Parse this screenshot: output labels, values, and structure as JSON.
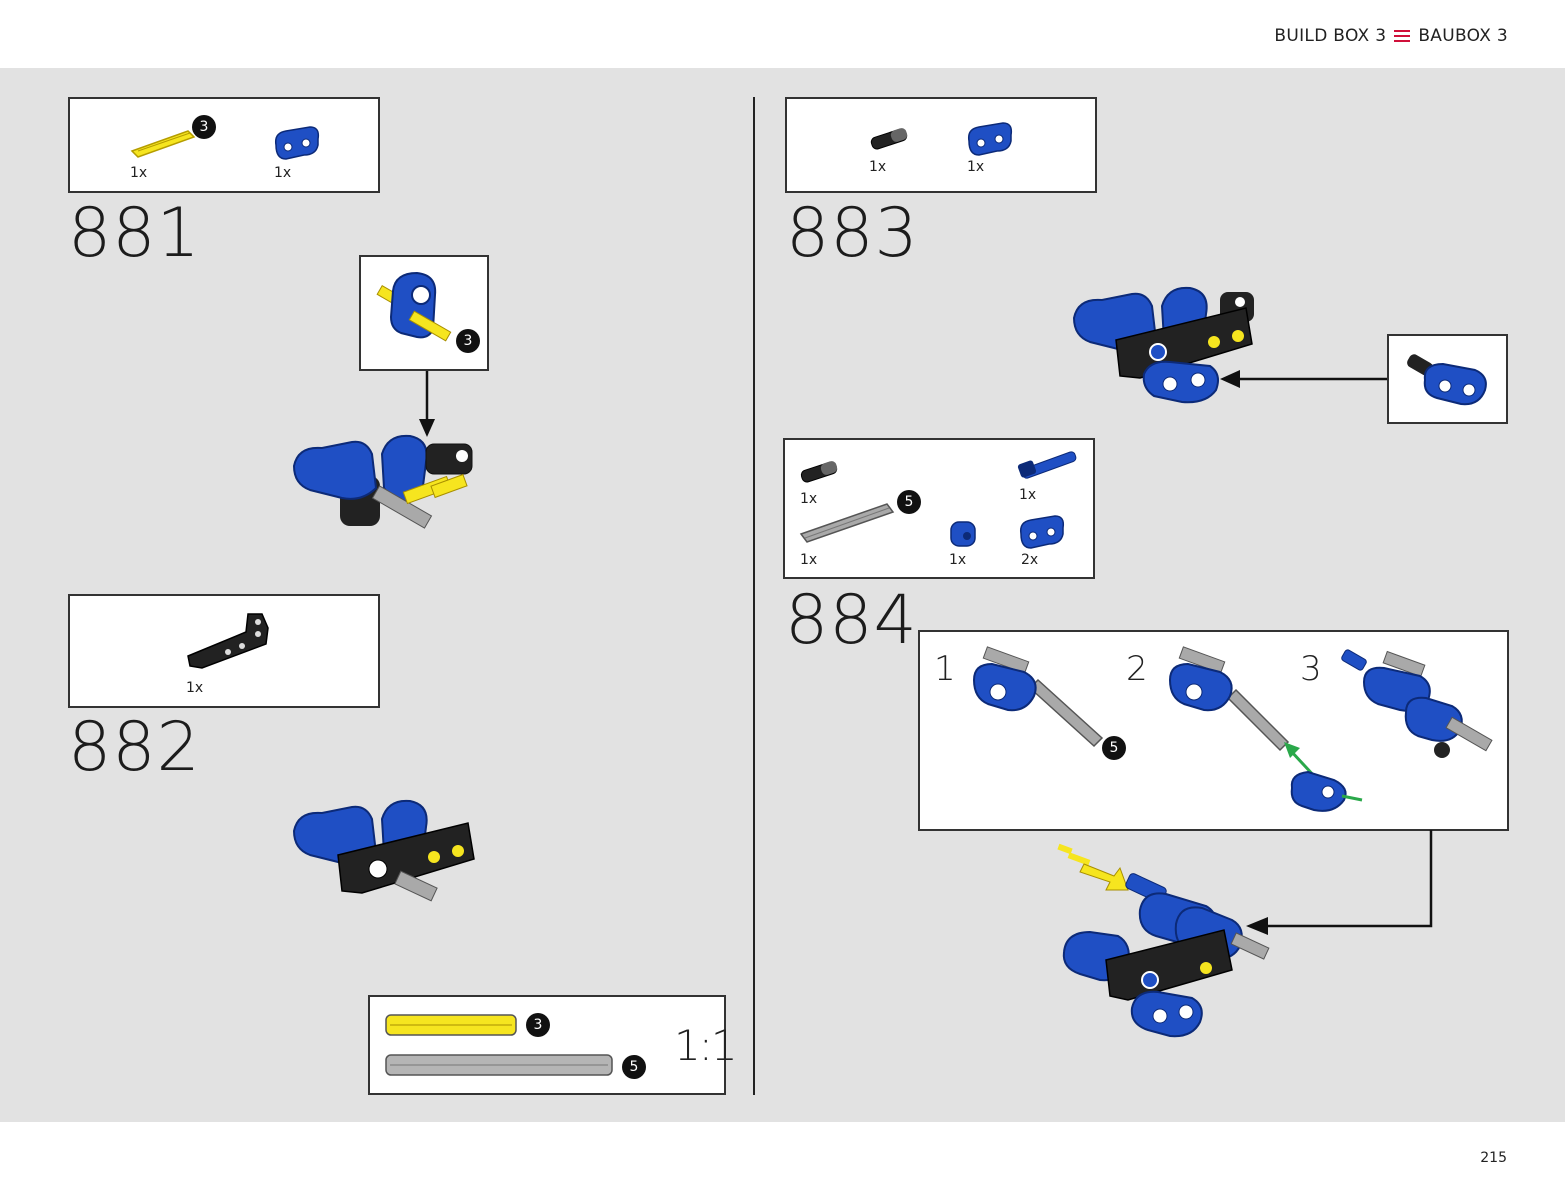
{
  "header": {
    "left_label": "BUILD BOX 3",
    "right_label": "BAUBOX 3",
    "menu_icon": "hamburger-icon",
    "accent_color": "#d0103a"
  },
  "page_number": "215",
  "steps": {
    "s881": {
      "number": "881",
      "parts": [
        {
          "qty": "1x",
          "icon": "yellow-axle-3"
        },
        {
          "qty": "1x",
          "icon": "blue-connector-beam"
        }
      ],
      "callout_badge": "3",
      "part_badge": "3"
    },
    "s882": {
      "number": "882",
      "parts": [
        {
          "qty": "1x",
          "icon": "black-l-beam"
        }
      ]
    },
    "s883": {
      "number": "883",
      "parts": [
        {
          "qty": "1x",
          "icon": "black-pin"
        },
        {
          "qty": "1x",
          "icon": "blue-connector-beam"
        }
      ]
    },
    "s884": {
      "number": "884",
      "parts": [
        {
          "qty": "1x",
          "icon": "black-pin"
        },
        {
          "qty": "1x",
          "icon": "blue-axle-pin"
        },
        {
          "qty": "1x",
          "icon": "grey-axle-5"
        },
        {
          "qty": "1x",
          "icon": "blue-bushing"
        },
        {
          "qty": "2x",
          "icon": "blue-connector-beam"
        }
      ],
      "axle_badge": "5",
      "substeps": [
        {
          "label": "1",
          "badge": "5"
        },
        {
          "label": "2"
        },
        {
          "label": "3"
        }
      ]
    }
  },
  "scale_box": {
    "ratio": "1:1",
    "items": [
      {
        "badge": "3",
        "color": "#f6e51f"
      },
      {
        "badge": "5",
        "color": "#b5b5b5"
      }
    ]
  },
  "colors": {
    "blue": "#1f4fc4",
    "yellow": "#f6e51f",
    "grey": "#a9a9a9",
    "black": "#222222",
    "green_arrow": "#2aa84a"
  }
}
